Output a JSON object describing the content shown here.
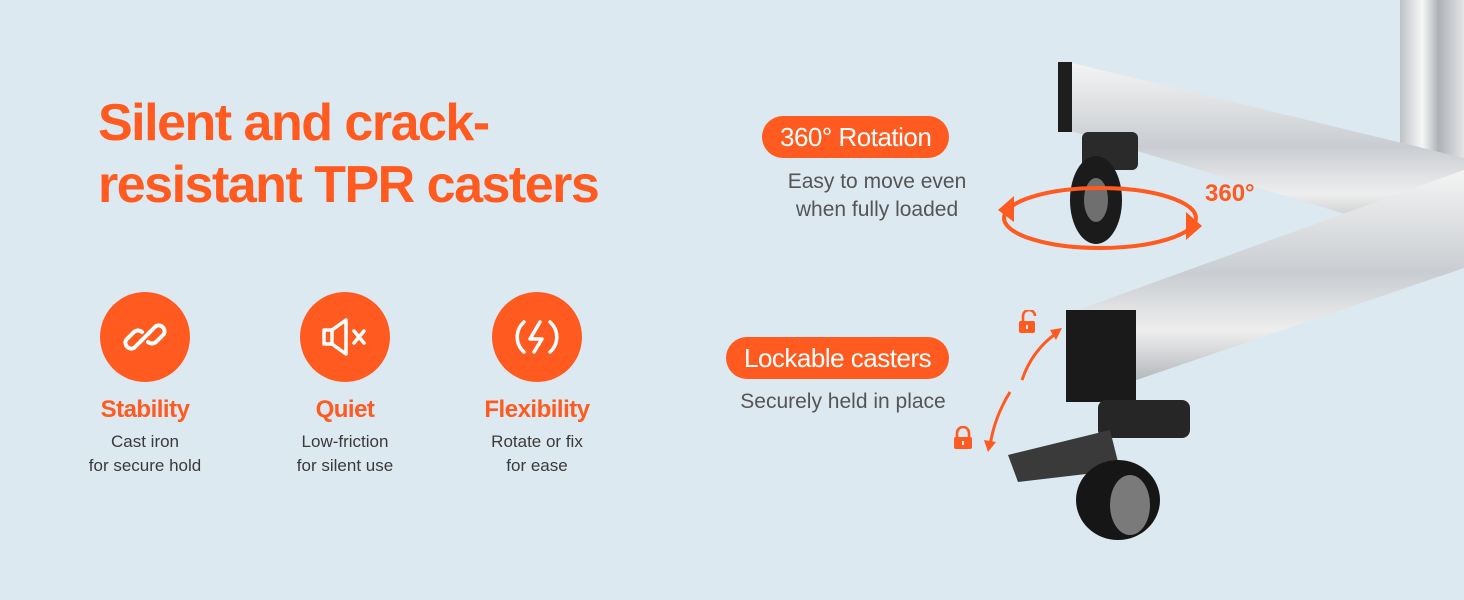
{
  "title_lines": [
    "Silent and crack-",
    "resistant TPR casters"
  ],
  "features": [
    {
      "name": "Stability",
      "desc": [
        "Cast iron",
        "for secure hold"
      ],
      "icon": "link-icon"
    },
    {
      "name": "Quiet",
      "desc": [
        "Low-friction",
        "for silent use"
      ],
      "icon": "speaker-mute-icon"
    },
    {
      "name": "Flexibility",
      "desc": [
        "Rotate or fix",
        "for ease"
      ],
      "icon": "lightning-icon"
    }
  ],
  "callouts": {
    "rotation": {
      "label": "360° Rotation",
      "desc": [
        "Easy to move even",
        "when fully loaded"
      ],
      "degree": "360°"
    },
    "lockable": {
      "label": "Lockable casters",
      "desc": [
        "Securely held in place"
      ]
    }
  },
  "colors": {
    "accent": "#ff5a1f",
    "background": "#dde9f0"
  }
}
